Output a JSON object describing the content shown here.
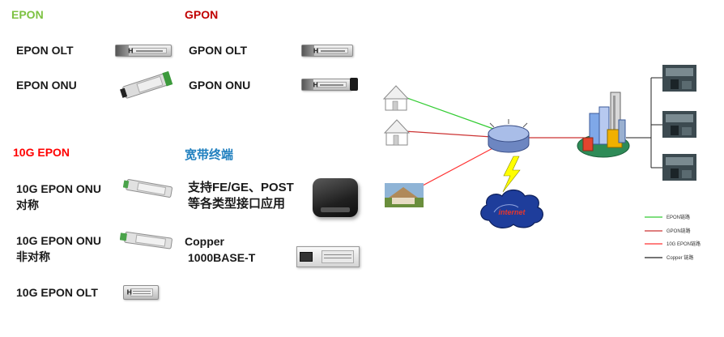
{
  "sections": {
    "epon": {
      "title": "EPON",
      "color": "#7dc242",
      "olt_label": "EPON OLT",
      "onu_label": "EPON ONU"
    },
    "gpon": {
      "title": "GPON",
      "color": "#c00000",
      "olt_label": "GPON OLT",
      "onu_label": "GPON ONU"
    },
    "epon10g": {
      "title": "10G EPON",
      "color": "#ff0000",
      "onu_sym_line1": "10G EPON ONU",
      "onu_sym_line2": "对称",
      "onu_asym_line1": "10G EPON ONU",
      "onu_asym_line2": "非对称",
      "olt_label": "10G EPON OLT"
    },
    "broadband": {
      "title": "宽带终端",
      "color": "#1f7fbf",
      "support_line1": "支持FE/GE、POST",
      "support_line2": "等各类型接口应用",
      "copper_line1": "Copper",
      "copper_line2": "1000BASE-T"
    }
  },
  "module_logo_text": "H",
  "diagram": {
    "cloud_label": "internet",
    "lightning_color": "#ffff00",
    "legend": [
      {
        "label": "EPON链路",
        "color": "#33cc33"
      },
      {
        "label": "GPON链路",
        "color": "#cc3333"
      },
      {
        "label": "10G EPON链路",
        "color": "#ff3333"
      },
      {
        "label": "Copper 链路",
        "color": "#222222"
      }
    ]
  }
}
